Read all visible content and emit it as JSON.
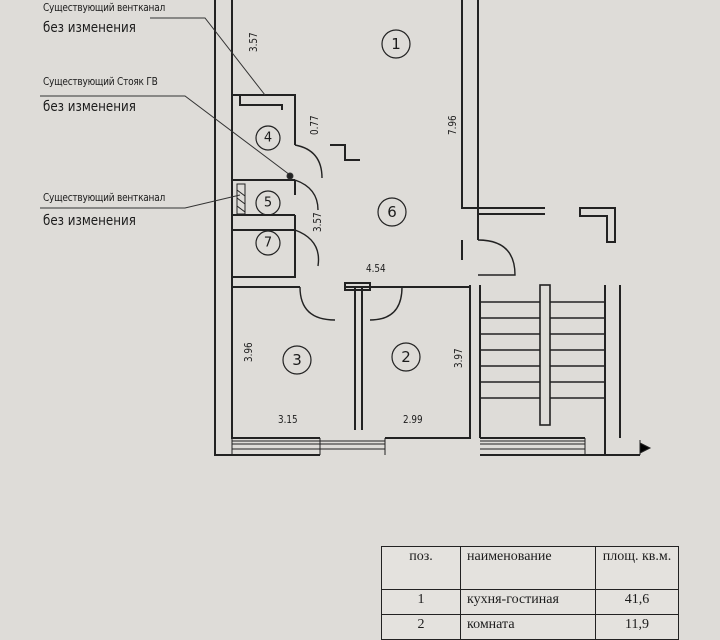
{
  "annotations": {
    "vent_top_title": "Существующий вентканал",
    "vent_top_status": "без изменения",
    "riser_title": "Существующий Стояк ГВ",
    "riser_status": "без изменения",
    "vent_mid_title": "Существующий вентканал",
    "vent_mid_status": "без изменения"
  },
  "dimensions": {
    "d_357_top": "3.57",
    "d_077": "0.77",
    "d_796": "7.96",
    "d_357_mid": "3.57",
    "d_454": "4.54",
    "d_396": "3.96",
    "d_397": "3.97",
    "d_315": "3.15",
    "d_299": "2.99"
  },
  "room_numbers": {
    "r1": "1",
    "r2": "2",
    "r3": "3",
    "r4": "4",
    "r5": "5",
    "r6": "6",
    "r7": "7"
  },
  "explication_table": {
    "headers": [
      "поз.",
      "наименование",
      "площ. кв.м."
    ],
    "rows": [
      [
        "1",
        "кухня-гостиная",
        "41,6"
      ],
      [
        "2",
        "комната",
        "11,9"
      ]
    ]
  }
}
